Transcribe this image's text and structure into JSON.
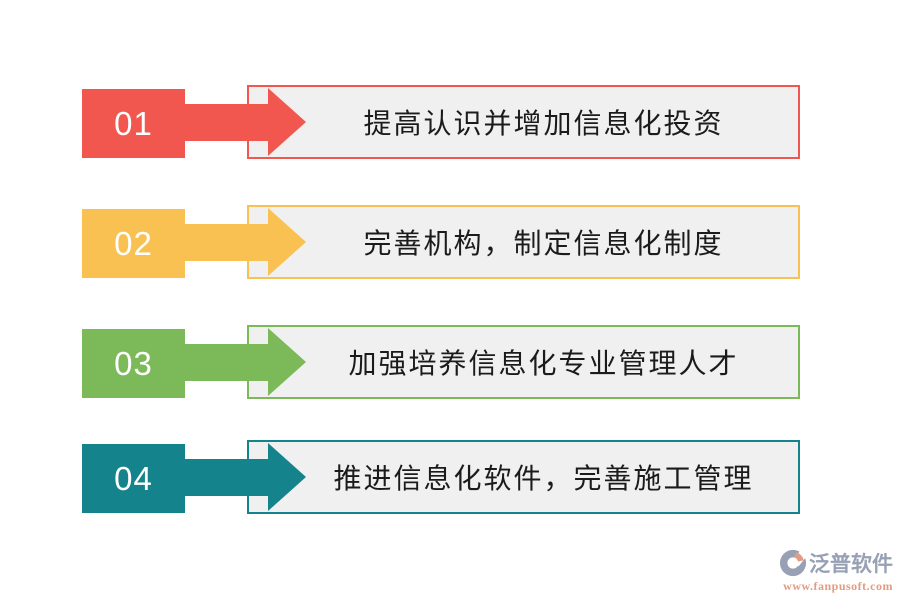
{
  "canvas": {
    "background": "#ffffff"
  },
  "box_background": "#f0f0f0",
  "text_color": "#1b1b1b",
  "steps": [
    {
      "number": "01",
      "label": "提高认识并增加信息化投资",
      "color": "#f1574e"
    },
    {
      "number": "02",
      "label": "完善机构，制定信息化制度",
      "color": "#f9c151"
    },
    {
      "number": "03",
      "label": "加强培养信息化专业管理人才",
      "color": "#7cba59"
    },
    {
      "number": "04",
      "label": "推进信息化软件，完善施工管理",
      "color": "#15838b"
    }
  ],
  "footer": {
    "logo_icon": "fanpu-swirl-icon",
    "brand": "泛普软件",
    "url": "www.fanpusoft.com",
    "brand_color": "#97a0b4",
    "url_color": "#e39b82"
  }
}
